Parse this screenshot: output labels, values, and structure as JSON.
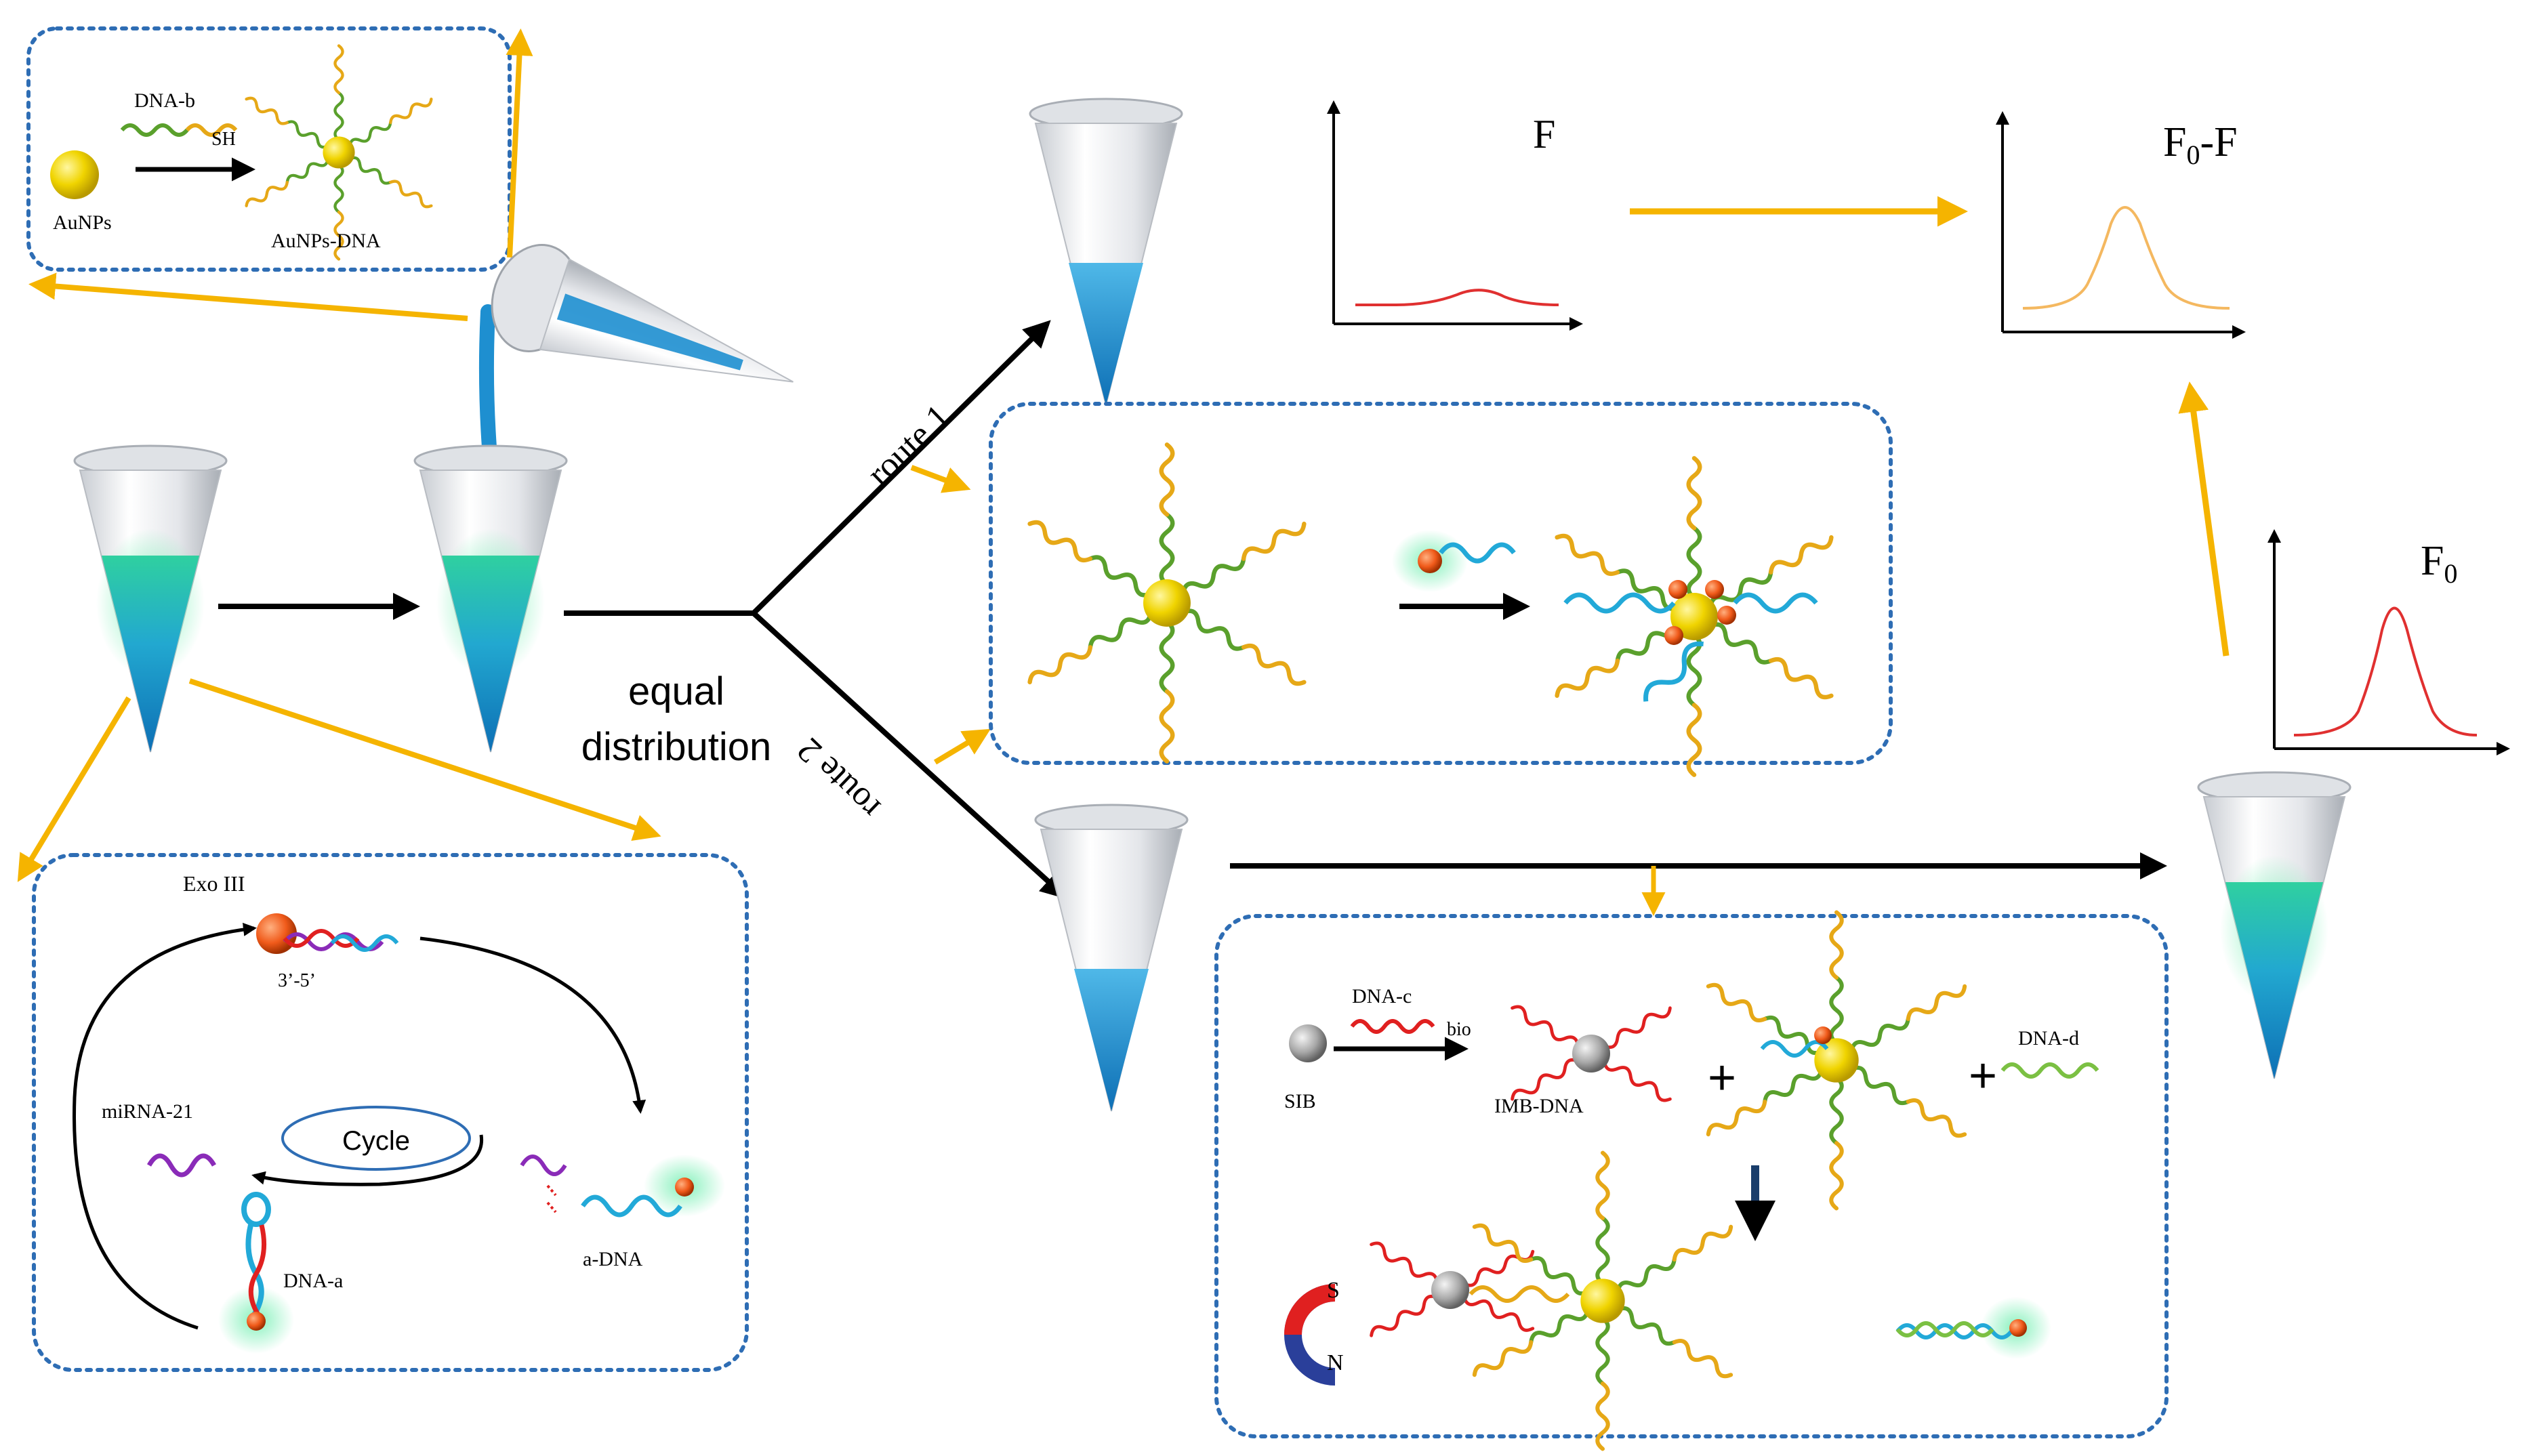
{
  "labels": {
    "dna_b": "DNA-b",
    "sh": "SH",
    "aunps": "AuNPs",
    "aunps_dna": "AuNPs-DNA",
    "route1": "route 1",
    "route2": "route 2",
    "equal": "equal",
    "distribution": "distribution",
    "exo3": "Exo III",
    "three_five": "3’-5’",
    "mirna21": "miRNA-21",
    "cycle": "Cycle",
    "a_dna": "a-DNA",
    "dna_a": "DNA-a",
    "dna_c": "DNA-c",
    "bio": "bio",
    "sib": "SIB",
    "imb_dna": "IMB-DNA",
    "dna_d": "DNA-d",
    "plus": "+",
    "magnet_s": "S",
    "magnet_n": "N"
  },
  "charts": {
    "f": {
      "label": "F",
      "color": "#e03030"
    },
    "f0f": {
      "label_main": "F",
      "label_sub": "0",
      "label_tail": "-F",
      "color": "#f4b860"
    },
    "f0": {
      "label_main": "F",
      "label_sub": "0",
      "color": "#e03030"
    }
  },
  "colors": {
    "arrow_yellow": "#f5b400",
    "arrow_black": "#000000",
    "box_border": "#2e6db4",
    "gold": "#e8c800",
    "strand_orange": "#e6a817",
    "strand_green": "#5aa02c",
    "strand_red": "#e02020",
    "strand_cyan": "#22a9d8",
    "strand_purple": "#8a2bb8",
    "fluor_orange": "#f05a1a",
    "fluor_glow": "#66e0a0",
    "tube_liquid": "#1e8fd0"
  }
}
